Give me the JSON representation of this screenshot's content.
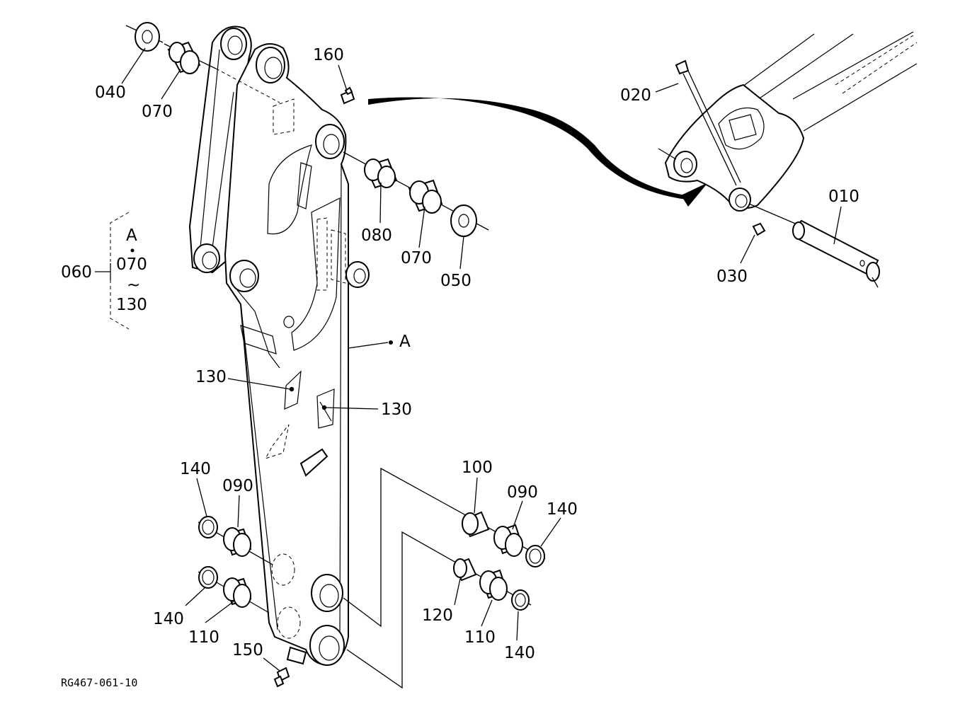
{
  "figure_code": "RG467-061-10",
  "callouts": {
    "p010": "010",
    "p020": "020",
    "p030": "030",
    "p040": "040",
    "p050": "050",
    "p060": "060",
    "p070_top": "070",
    "p070_right": "070",
    "p080": "080",
    "p090_left": "090",
    "p090_right": "090",
    "p100": "100",
    "p110_left": "110",
    "p110_right": "110",
    "p120": "120",
    "p130_left": "130",
    "p130_right": "130",
    "p140_upper_left": "140",
    "p140_lower_left": "140",
    "p140_upper_right": "140",
    "p140_lower_right": "140",
    "p150": "150",
    "p160": "160"
  },
  "assembly_marker": "A",
  "group_060": {
    "top": "A",
    "middle": "070",
    "range_symbol": "~",
    "bottom": "130"
  }
}
